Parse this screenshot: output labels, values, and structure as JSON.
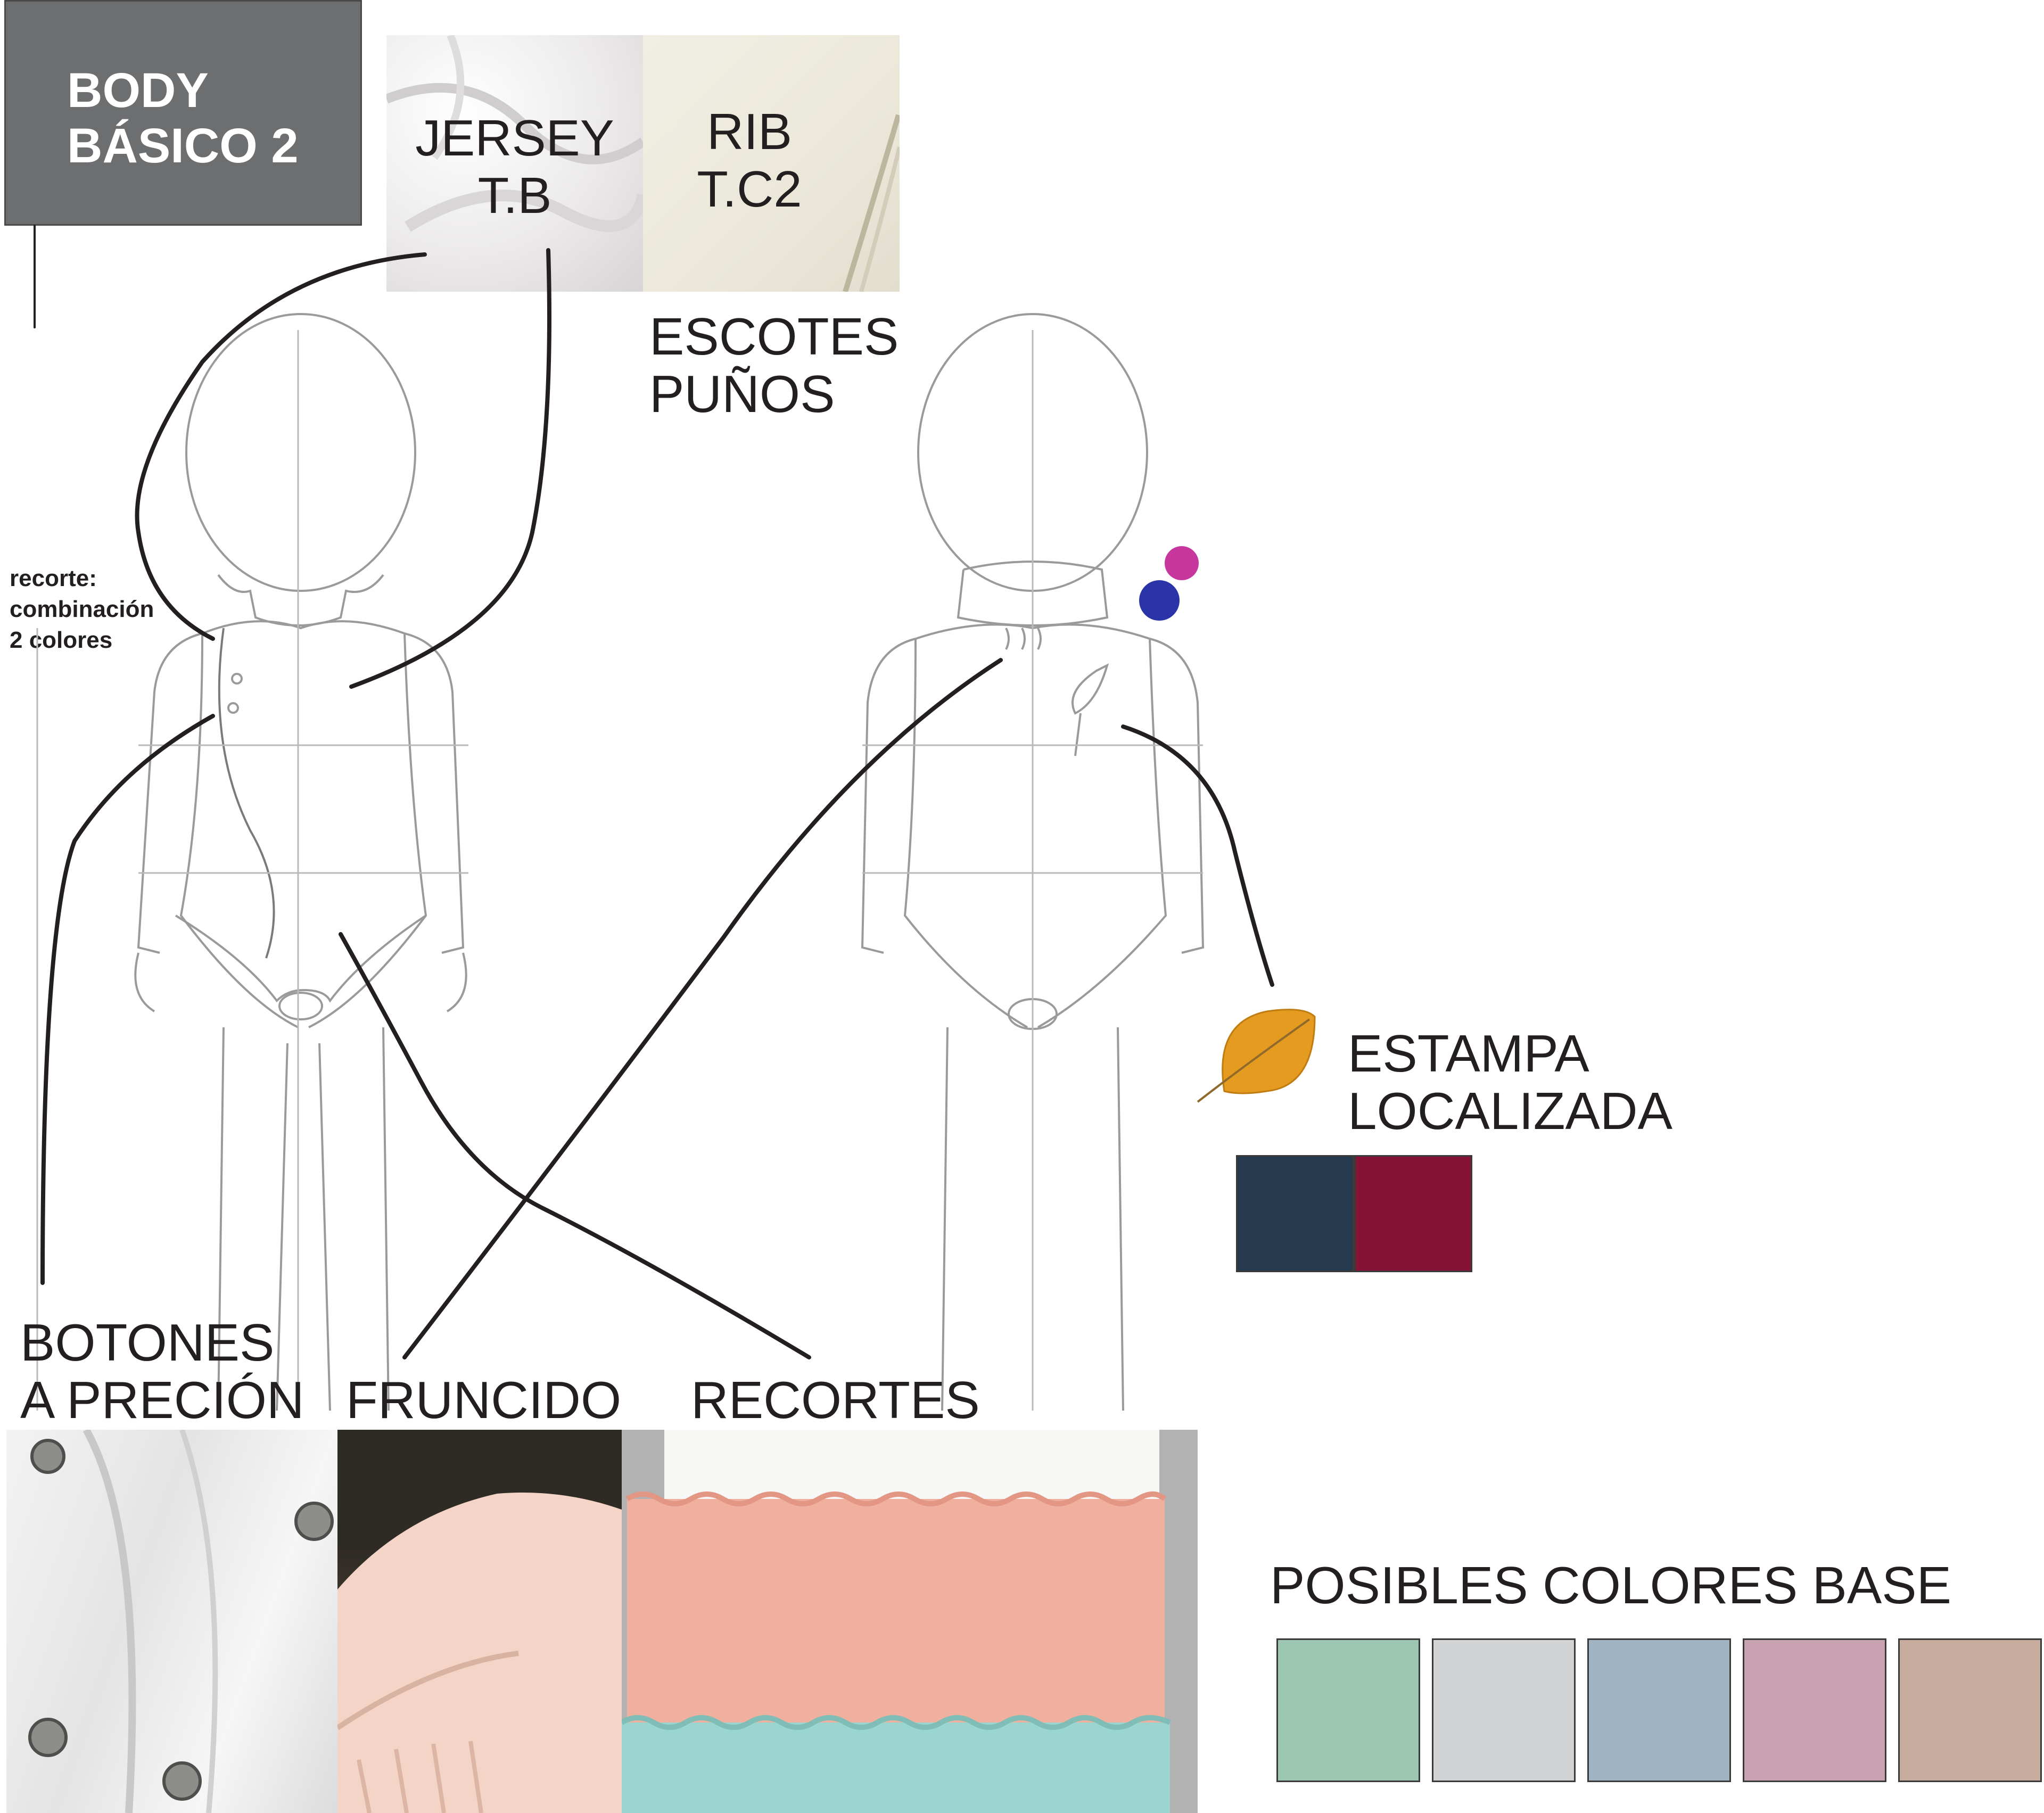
{
  "title": {
    "line1": "BODY",
    "line2": "BÁSICO 2"
  },
  "fabrics": {
    "jersey": {
      "line1": "JERSEY",
      "line2": "T.B"
    },
    "rib": {
      "line1": "RIB",
      "line2": "T.C2"
    }
  },
  "neckline_label": {
    "line1": "ESCOTES",
    "line2": "PUÑOS"
  },
  "note": {
    "line1": "recorte:",
    "line2": "combinación",
    "line3": "2 colores"
  },
  "print_label": {
    "line1": "ESTAMPA",
    "line2": "LOCALIZADA"
  },
  "print_colors": [
    "#253a4c",
    "#861335"
  ],
  "leaf_color": "#e59a20",
  "dots": {
    "magenta": "#c7369c",
    "blue": "#2b33a8"
  },
  "details": {
    "buttons": {
      "line1": "BOTONES",
      "line2": "A PRECIÓN"
    },
    "ruffle": "FRUNCIDO",
    "cuts": "RECORTES"
  },
  "base_colors_title": "POSIBLES COLORES BASE",
  "base_colors": [
    "#9ec7b3",
    "#d1d3d4",
    "#a0b4c4",
    "#c9a3b2",
    "#c7ab9c"
  ],
  "line_color": "#231f20"
}
